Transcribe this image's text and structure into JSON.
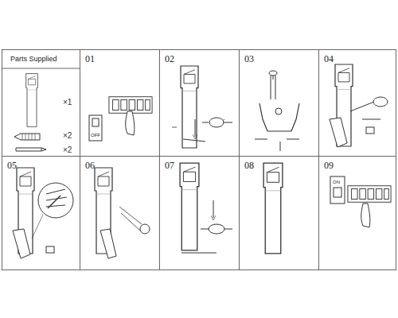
{
  "diagram": {
    "nodes": [
      {
        "text": [
          "Parts Supplied",
          "×1",
          "×2",
          "×2"
        ]
      },
      {
        "text": [
          "01"
        ]
      },
      {
        "text": [
          "02"
        ]
      },
      {
        "text": [
          "03"
        ]
      },
      {
        "text": [
          "04"
        ]
      },
      {
        "text": [
          "05"
        ]
      },
      {
        "text": [
          "06"
        ]
      },
      {
        "text": [
          "07"
        ]
      },
      {
        "text": [
          "08"
        ]
      },
      {
        "text": [
          "09"
        ]
      }
    ],
    "labels": [
      "OFF",
      "ON"
    ]
  }
}
